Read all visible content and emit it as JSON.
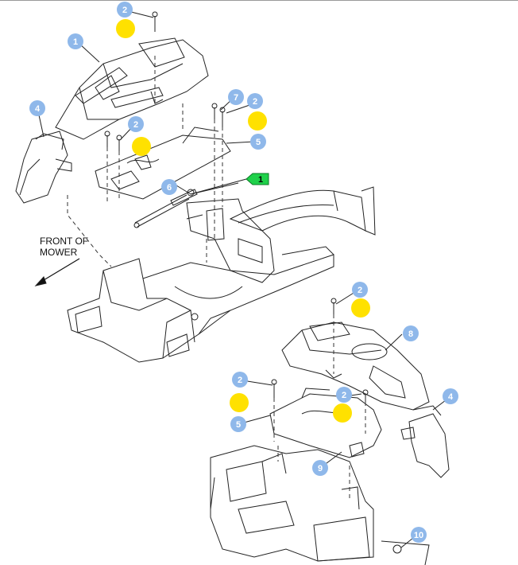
{
  "front_label": {
    "line1": "FRONT OF",
    "line2": "MOWER"
  },
  "colors": {
    "callout": "#8fb8ea",
    "callout_text": "#ffffff",
    "highlight": "#ffe100",
    "flag": "#1fd14a",
    "line": "#222222"
  },
  "callouts": [
    {
      "label": "2"
    },
    {
      "label": "1"
    },
    {
      "label": "4"
    },
    {
      "label": "7"
    },
    {
      "label": "2"
    },
    {
      "label": "2"
    },
    {
      "label": "5"
    },
    {
      "label": "6"
    },
    {
      "label": "2"
    },
    {
      "label": "8"
    },
    {
      "label": "2"
    },
    {
      "label": "2"
    },
    {
      "label": "4"
    },
    {
      "label": "5"
    },
    {
      "label": "9"
    },
    {
      "label": "10"
    }
  ],
  "flag": {
    "label": "1"
  },
  "highlight_markers": 6
}
